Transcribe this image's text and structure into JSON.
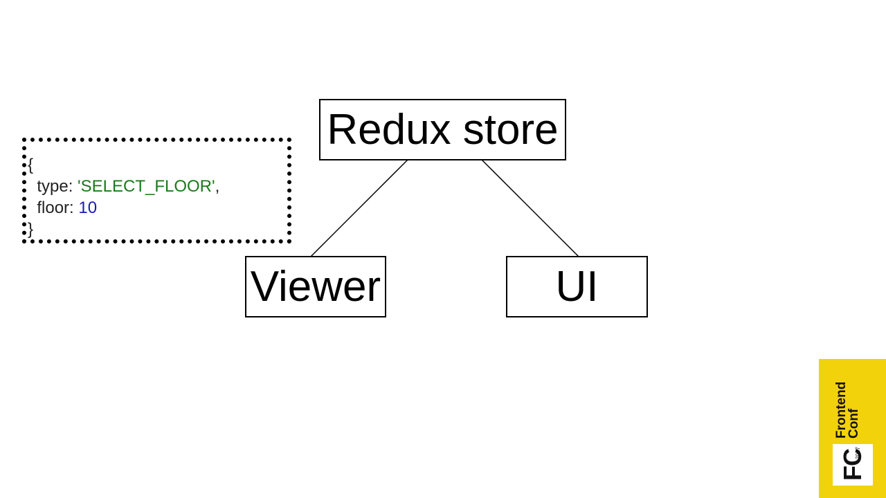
{
  "diagram": {
    "nodes": {
      "store": {
        "label": "Redux store"
      },
      "viewer": {
        "label": "Viewer"
      },
      "ui": {
        "label": "UI"
      }
    },
    "edges": [
      {
        "from": "store",
        "to": "viewer"
      },
      {
        "from": "store",
        "to": "ui"
      }
    ]
  },
  "action": {
    "open_brace": "{",
    "type_key": "type: ",
    "type_value": "'SELECT_FLOOR'",
    "type_suffix": ",",
    "floor_key": "floor: ",
    "floor_value": "10",
    "close_brace": "}"
  },
  "logo": {
    "mark": "FC",
    "year": "2017",
    "name_line1": "Frontend",
    "name_line2": "Conf",
    "color": "#f2d20b"
  },
  "colors": {
    "string": "#1a7a1a",
    "number": "#1a1ab8",
    "border": "#000000"
  }
}
